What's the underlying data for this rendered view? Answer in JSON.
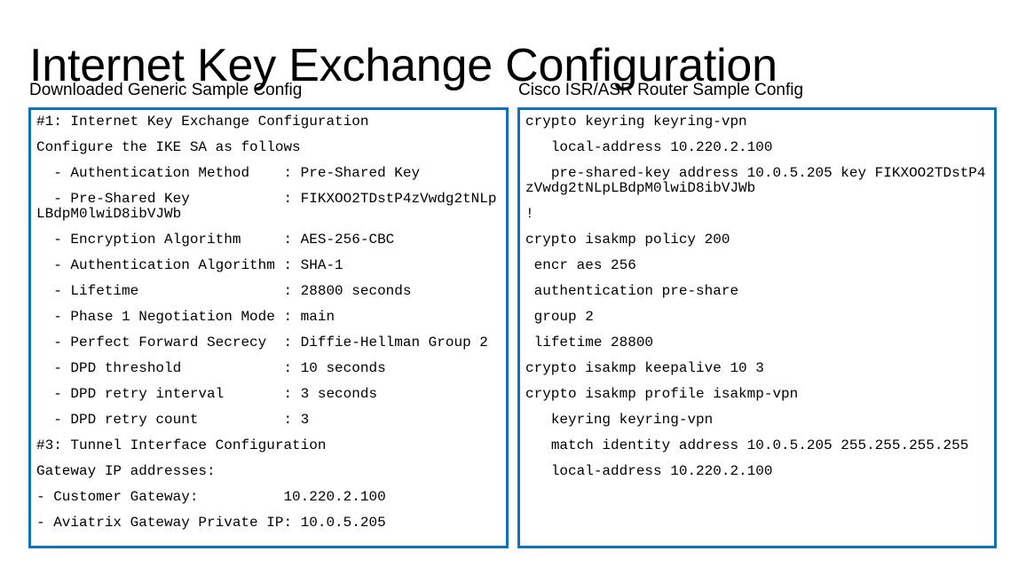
{
  "slide": {
    "title": "Internet Key Exchange Configuration",
    "accent_color": "#1072BA",
    "background_color": "#FFFFFF",
    "text_color": "#000000"
  },
  "columns": {
    "left": {
      "header": "Downloaded Generic Sample Config",
      "lines": [
        "#1: Internet Key Exchange Configuration",
        "Configure the IKE SA as follows",
        "  - Authentication Method    : Pre-Shared Key",
        "  - Pre-Shared Key           : FIKXOO2TDstP4zVwdg2tNLpLBdpM0lwiD8ibVJWb",
        "  - Encryption Algorithm     : AES-256-CBC",
        "  - Authentication Algorithm : SHA-1",
        "  - Lifetime                 : 28800 seconds",
        "  - Phase 1 Negotiation Mode : main",
        "  - Perfect Forward Secrecy  : Diffie-Hellman Group 2",
        "  - DPD threshold            : 10 seconds",
        "  - DPD retry interval       : 3 seconds",
        "  - DPD retry count          : 3",
        "#3: Tunnel Interface Configuration",
        "Gateway IP addresses:",
        "- Customer Gateway:          10.220.2.100",
        "- Aviatrix Gateway Private IP: 10.0.5.205"
      ]
    },
    "right": {
      "header": "Cisco ISR/ASR Router Sample Config",
      "lines": [
        "crypto keyring keyring-vpn",
        "   local-address 10.220.2.100",
        "   pre-shared-key address 10.0.5.205 key FIKXOO2TDstP4zVwdg2tNLpLBdpM0lwiD8ibVJWb",
        "!",
        "crypto isakmp policy 200",
        " encr aes 256",
        " authentication pre-share",
        " group 2",
        " lifetime 28800",
        "crypto isakmp keepalive 10 3",
        "crypto isakmp profile isakmp-vpn",
        "   keyring keyring-vpn",
        "   match identity address 10.0.5.205 255.255.255.255",
        "   local-address 10.220.2.100"
      ]
    }
  }
}
